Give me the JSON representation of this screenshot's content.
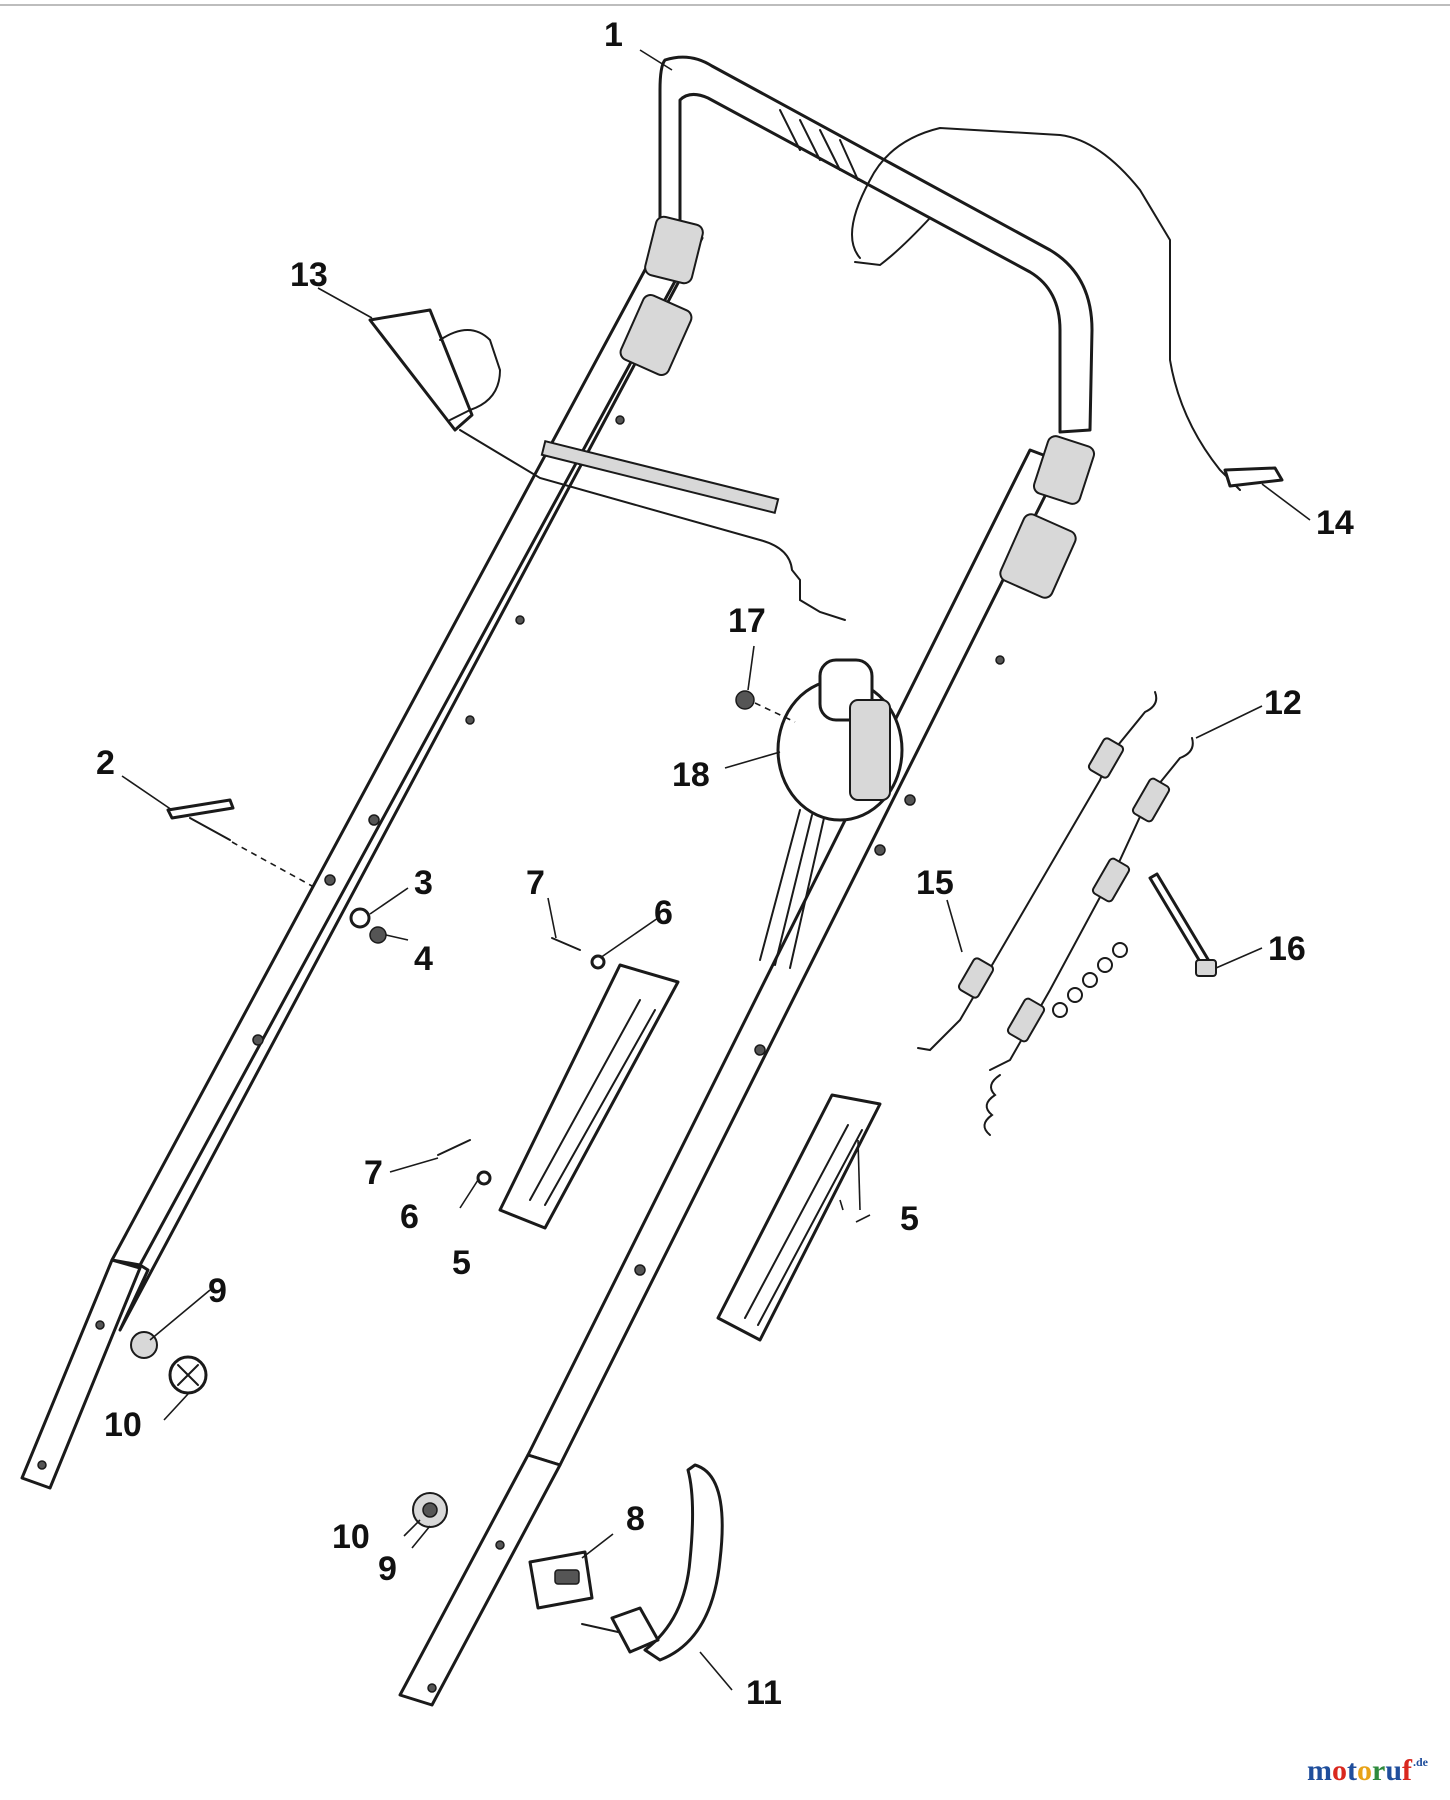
{
  "callouts": [
    {
      "id": "c1",
      "label": "1"
    },
    {
      "id": "c2",
      "label": "2"
    },
    {
      "id": "c3",
      "label": "3"
    },
    {
      "id": "c4",
      "label": "4"
    },
    {
      "id": "c5a",
      "label": "5"
    },
    {
      "id": "c5b",
      "label": "5"
    },
    {
      "id": "c6a",
      "label": "6"
    },
    {
      "id": "c6b",
      "label": "6"
    },
    {
      "id": "c7a",
      "label": "7"
    },
    {
      "id": "c7b",
      "label": "7"
    },
    {
      "id": "c8",
      "label": "8"
    },
    {
      "id": "c9a",
      "label": "9"
    },
    {
      "id": "c9b",
      "label": "9"
    },
    {
      "id": "c10a",
      "label": "10"
    },
    {
      "id": "c10b",
      "label": "10"
    },
    {
      "id": "c11",
      "label": "11"
    },
    {
      "id": "c12",
      "label": "12"
    },
    {
      "id": "c13",
      "label": "13"
    },
    {
      "id": "c14",
      "label": "14"
    },
    {
      "id": "c15",
      "label": "15"
    },
    {
      "id": "c16",
      "label": "16"
    },
    {
      "id": "c17",
      "label": "17"
    },
    {
      "id": "c18",
      "label": "18"
    }
  ],
  "watermark": {
    "letters": [
      {
        "char": "m",
        "color": "#1f4e9c"
      },
      {
        "char": "o",
        "color": "#d9281f"
      },
      {
        "char": "t",
        "color": "#1f4e9c"
      },
      {
        "char": "o",
        "color": "#e8a317"
      },
      {
        "char": "r",
        "color": "#2e8b3d"
      },
      {
        "char": "u",
        "color": "#1f4e9c"
      },
      {
        "char": "f",
        "color": "#d9281f"
      }
    ],
    "suffix": ".de",
    "suffix_color": "#1f4e9c"
  }
}
